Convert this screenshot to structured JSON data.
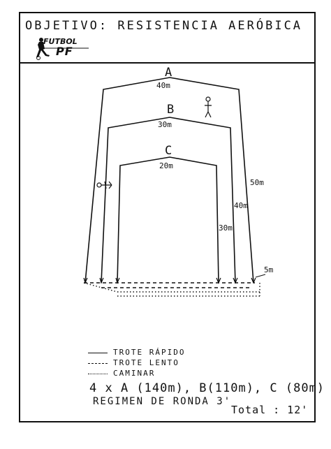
{
  "header": {
    "title": "OBJETIVO: RESISTENCIA AERÓBICA",
    "logo_top": "FUTBOL",
    "logo_bottom": "PF"
  },
  "diagram": {
    "circuits": [
      {
        "letter": "A",
        "top_distance": "40m",
        "side_distance": "50m"
      },
      {
        "letter": "B",
        "top_distance": "30m",
        "side_distance": "40m"
      },
      {
        "letter": "C",
        "top_distance": "20m",
        "side_distance": "30m"
      }
    ],
    "bottom_distance": "5m"
  },
  "legend": {
    "items": [
      {
        "style": "solid",
        "label": "TROTE RÁPIDO"
      },
      {
        "style": "dashed",
        "label": "TROTE LENTO"
      },
      {
        "style": "dotted",
        "label": "CAMINAR"
      }
    ]
  },
  "summary": {
    "reps": "4 x A (140m), B(110m), C (80m)",
    "regimen": "REGIMEN DE RONDA 3'",
    "total": "Total : 12'"
  }
}
